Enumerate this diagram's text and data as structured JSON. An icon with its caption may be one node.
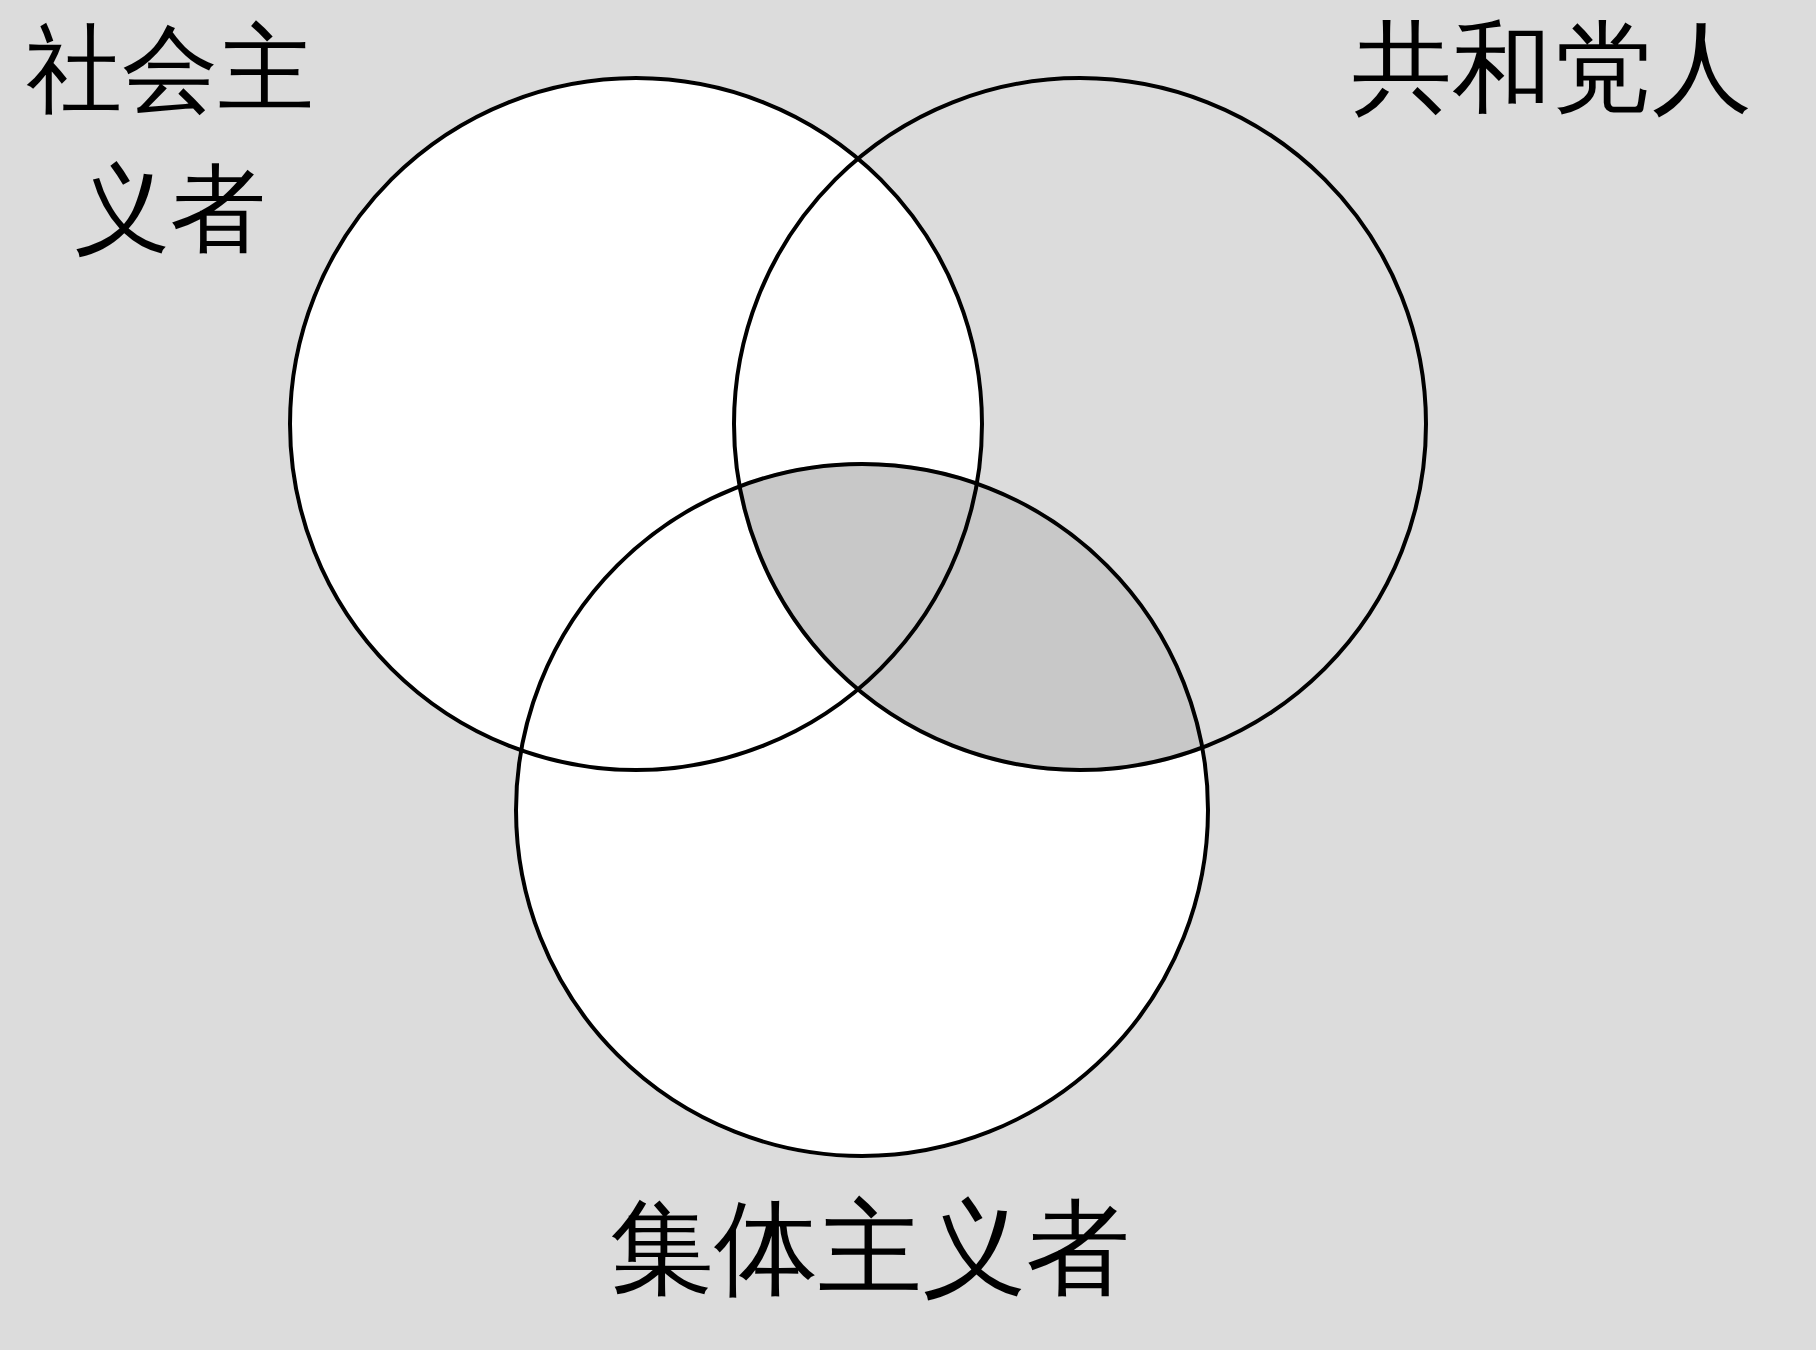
{
  "diagram": {
    "nodes": [
      {
        "text": [
          "社会主义者"
        ]
      },
      {
        "text": [
          "共和党人"
        ]
      },
      {
        "text": [
          "集体主义者"
        ]
      }
    ]
  }
}
